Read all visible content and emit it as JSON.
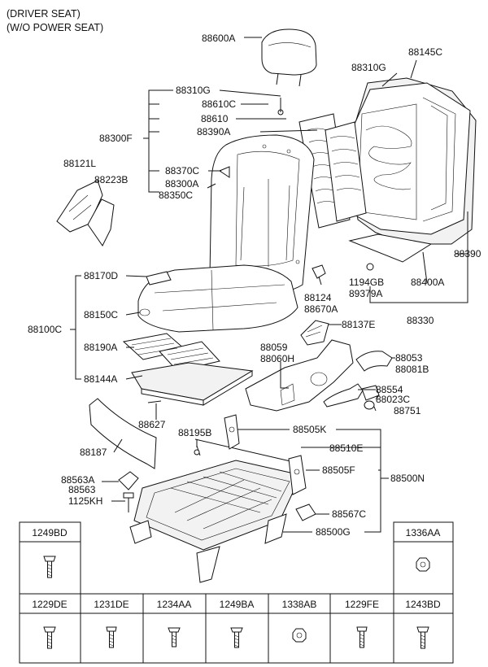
{
  "header": {
    "line1": "(DRIVER SEAT)",
    "line2": "(W/O POWER SEAT)"
  },
  "labels": {
    "l88600A": "88600A",
    "l88145C": "88145C",
    "l88310G_top": "88310G",
    "l88310G_mid": "88310G",
    "l88610C": "88610C",
    "l88610": "88610",
    "l88300F": "88300F",
    "l88390A": "88390A",
    "l88121L": "88121L",
    "l88223B": "88223B",
    "l88370C": "88370C",
    "l88300A": "88300A",
    "l88350C": "88350C",
    "l88390": "88390",
    "l1194GB": "1194GB",
    "l89379A": "89379A",
    "l88400A": "88400A",
    "l88170D": "88170D",
    "l88124": "88124",
    "l88670A": "88670A",
    "l88330": "88330",
    "l88150C": "88150C",
    "l88137E": "88137E",
    "l88100C": "88100C",
    "l88059": "88059",
    "l88060H": "88060H",
    "l88190A": "88190A",
    "l88053": "88053",
    "l88081B": "88081B",
    "l88144A": "88144A",
    "l88554": "88554",
    "l88023C": "88023C",
    "l88751": "88751",
    "l88627": "88627",
    "l88195B": "88195B",
    "l88505K": "88505K",
    "l88187": "88187",
    "l88510E": "88510E",
    "l88563A": "88563A",
    "l88563": "88563",
    "l88505F": "88505F",
    "l88500N": "88500N",
    "l1125KH": "1125KH",
    "l88567C": "88567C",
    "l88500G": "88500G"
  },
  "fasteners": {
    "top_left": "1249BD",
    "top_right": "1336AA",
    "bottom": [
      "1229DE",
      "1231DE",
      "1234AA",
      "1249BA",
      "1338AB",
      "1229FE",
      "1243BD"
    ]
  }
}
